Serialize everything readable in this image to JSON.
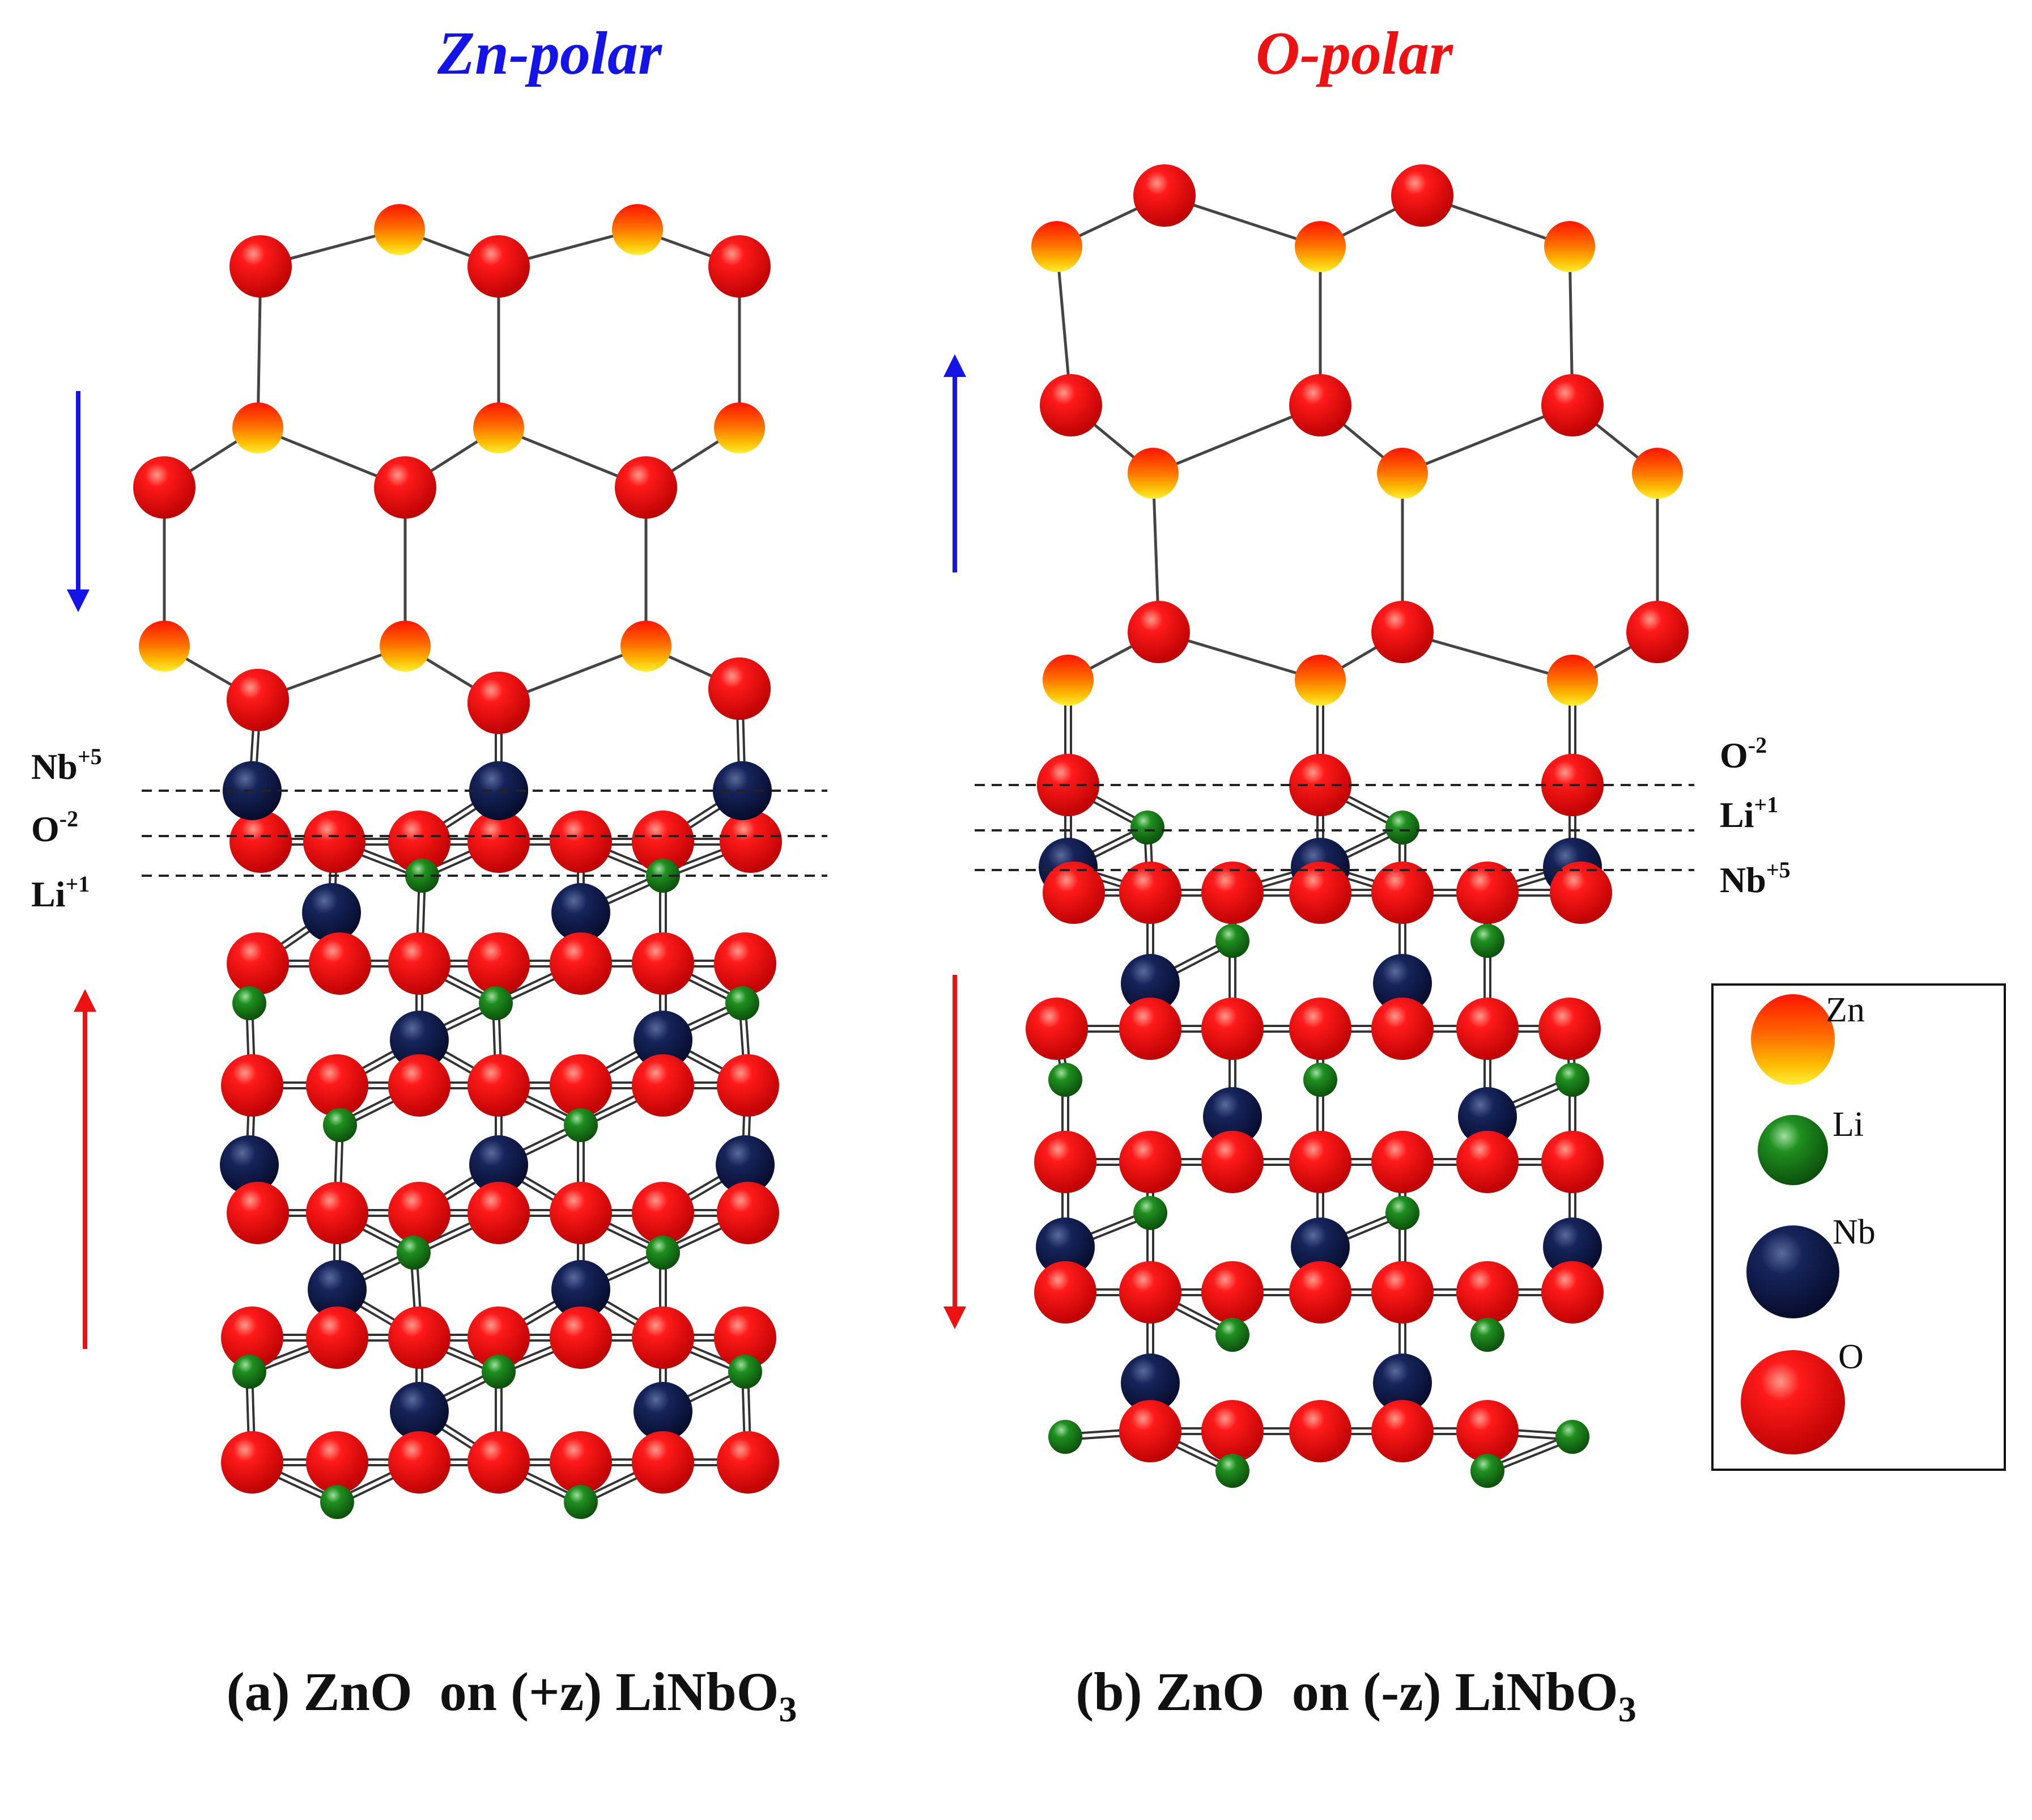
{
  "headings": {
    "left": {
      "text": "Zn-polar",
      "color": "#1414e6"
    },
    "right": {
      "text": "O-polar",
      "color": "#ee1111"
    }
  },
  "captions": {
    "left": {
      "main": "(a) ZnO  on (+z) LiNbO",
      "sub": "3"
    },
    "right": {
      "main": "(b) ZnO  on (-z) LiNbO",
      "sub": "3"
    }
  },
  "interface_labels": {
    "left": [
      {
        "base": "Nb",
        "charge": "+5"
      },
      {
        "base": "O",
        "charge": "-2"
      },
      {
        "base": "Li",
        "charge": "+1"
      }
    ],
    "right": [
      {
        "base": "O",
        "charge": "-2"
      },
      {
        "base": "Li",
        "charge": "+1"
      },
      {
        "base": "Nb",
        "charge": "+5"
      }
    ]
  },
  "legend": {
    "items": [
      {
        "label": "Zn",
        "species": "zn"
      },
      {
        "label": "Li",
        "species": "li"
      },
      {
        "label": "Nb",
        "species": "nb"
      },
      {
        "label": "O",
        "species": "o"
      }
    ]
  },
  "colors": {
    "zinc_top": "#ff1a00",
    "zinc_mid": "#ff8a00",
    "zinc_bottom": "#ffee20",
    "oxygen": "#ee0000",
    "lithium": "#1a8a1a",
    "niobium": "#0d1a4d",
    "bond": "#333333",
    "arrow_blue": "#1414e6",
    "arrow_red": "#ee1111"
  },
  "icons": {
    "polarity_arrows": [
      "arrow-down-blue-icon",
      "arrow-up-red-icon",
      "arrow-up-blue-icon",
      "arrow-down-red-icon"
    ]
  }
}
